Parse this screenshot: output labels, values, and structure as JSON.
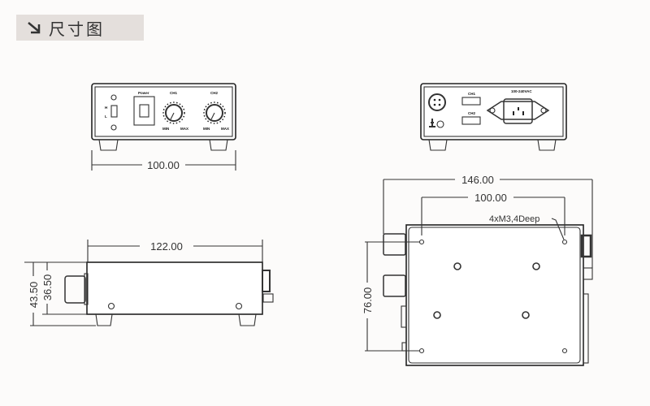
{
  "header": {
    "title": "尺寸图",
    "icon": "arrow-down-right-icon"
  },
  "front_view": {
    "labels": {
      "power": "Power",
      "ch1": "CH1",
      "ch2": "CH2",
      "h": "H",
      "l": "L",
      "min": "MIN",
      "max": "MAX"
    },
    "width_dim": "100.00"
  },
  "rear_view": {
    "labels": {
      "ch1": "CH1",
      "ch2": "CH2",
      "voltage": "100-240VAC"
    }
  },
  "side_view": {
    "length_dim": "122.00",
    "height_total_dim": "43.50",
    "height_body_dim": "36.50"
  },
  "bottom_view": {
    "overall_dim": "146.00",
    "hole_spacing_x_dim": "100.00",
    "hole_spacing_y_dim": "76.00",
    "hole_note": "4xM3,4Deep"
  }
}
